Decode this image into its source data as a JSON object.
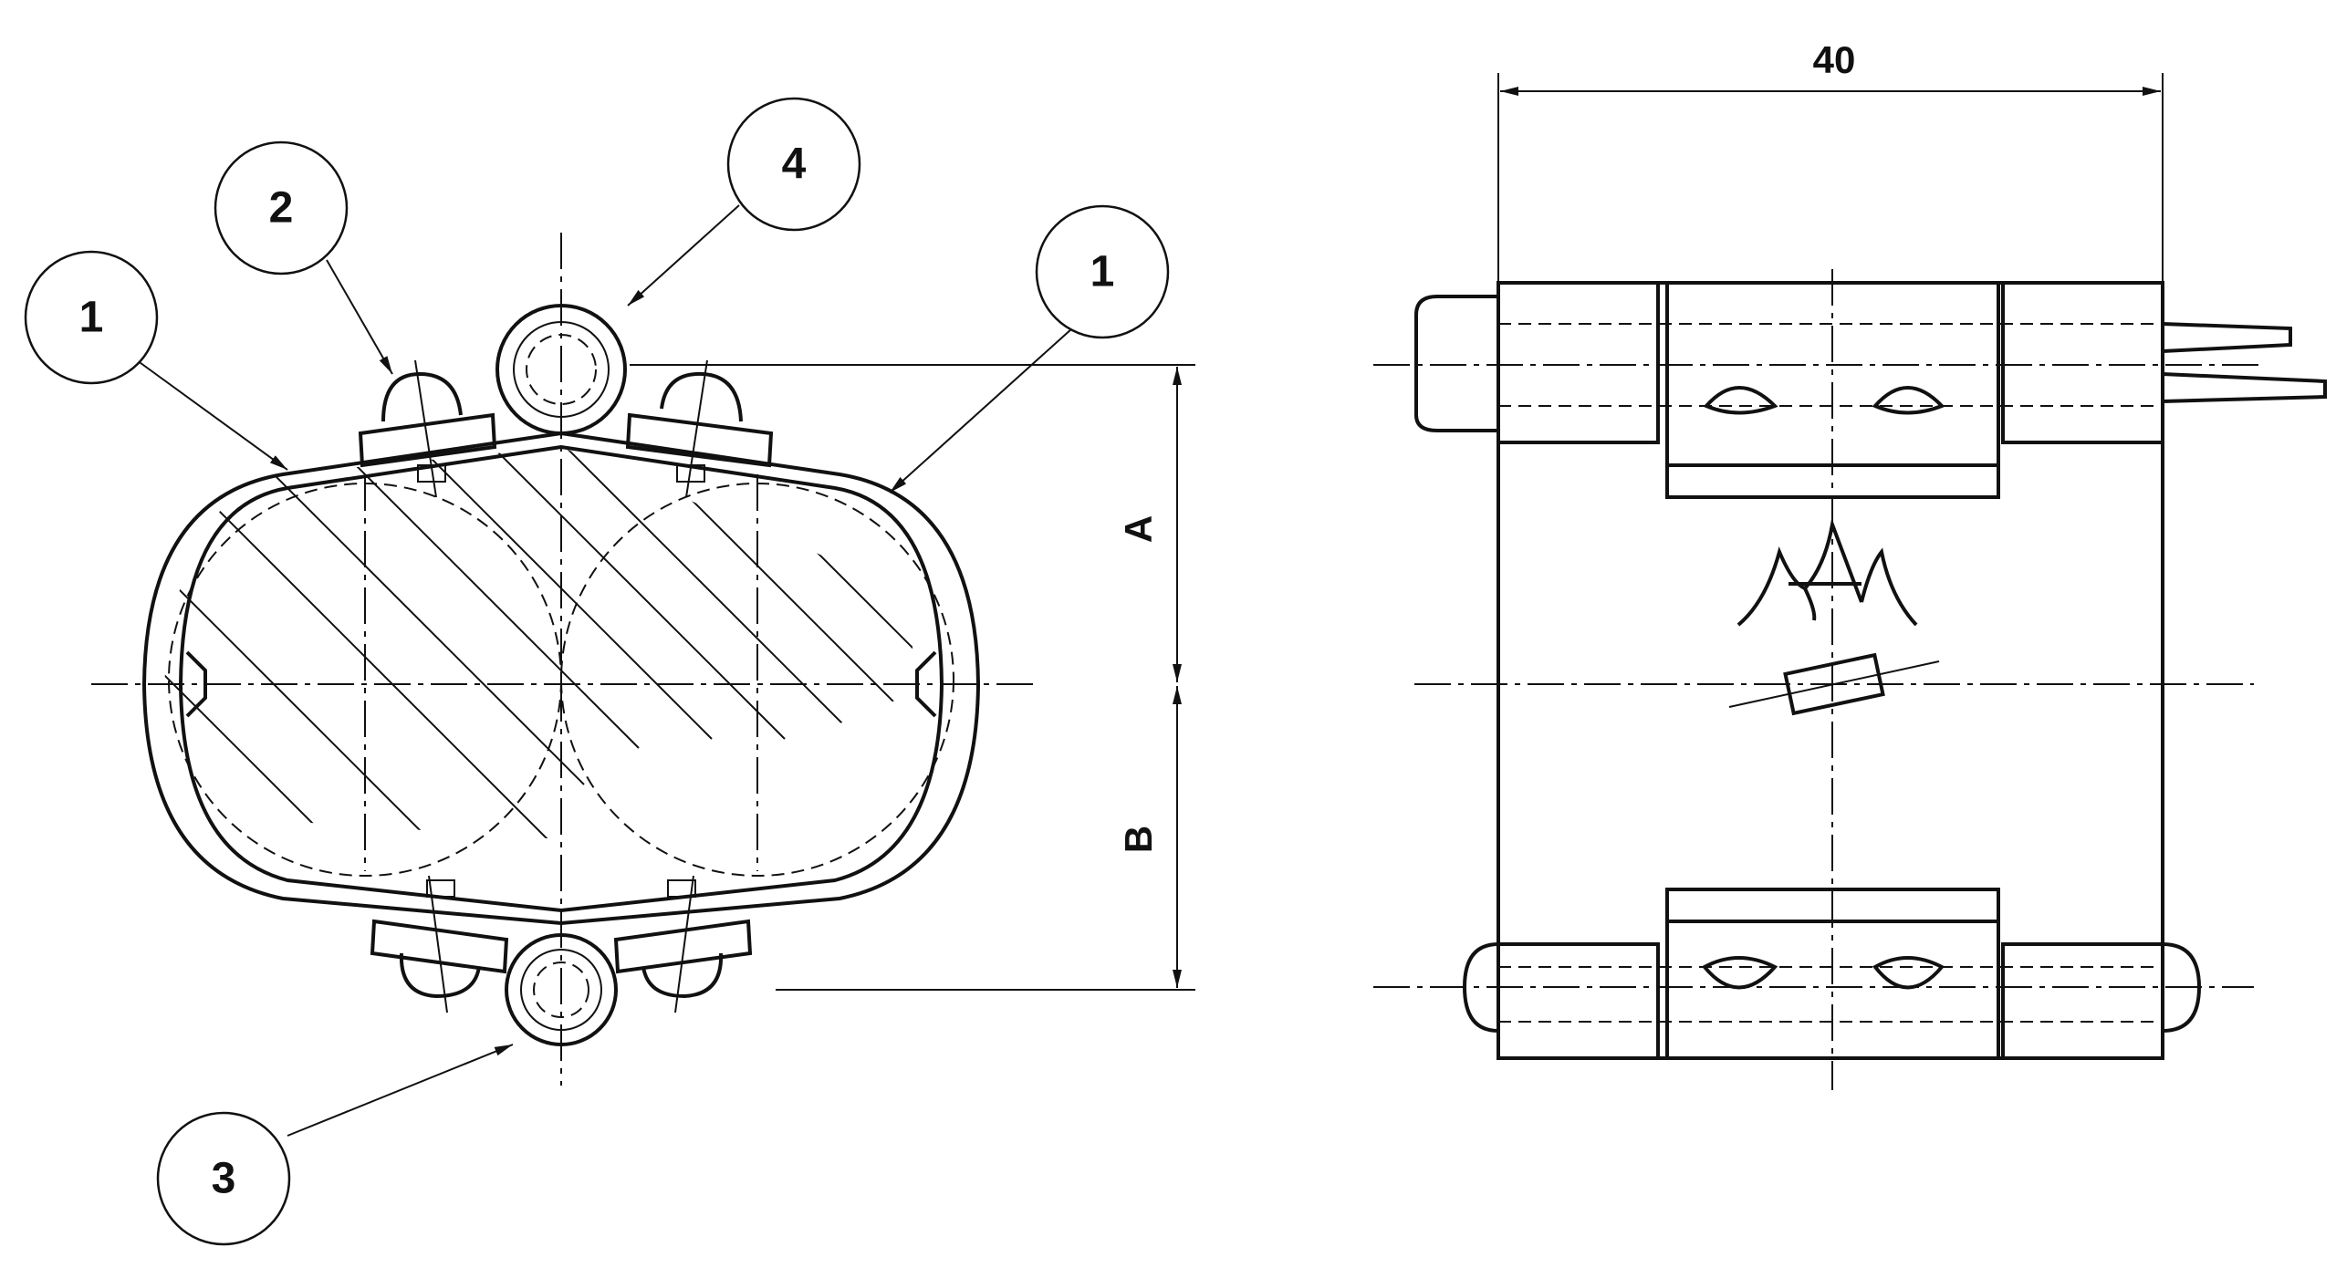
{
  "callouts": {
    "c1_left": "1",
    "c2": "2",
    "c4": "4",
    "c1_right": "1",
    "c3": "3"
  },
  "dimensions": {
    "width": "40",
    "upper": "A",
    "lower": "B"
  }
}
